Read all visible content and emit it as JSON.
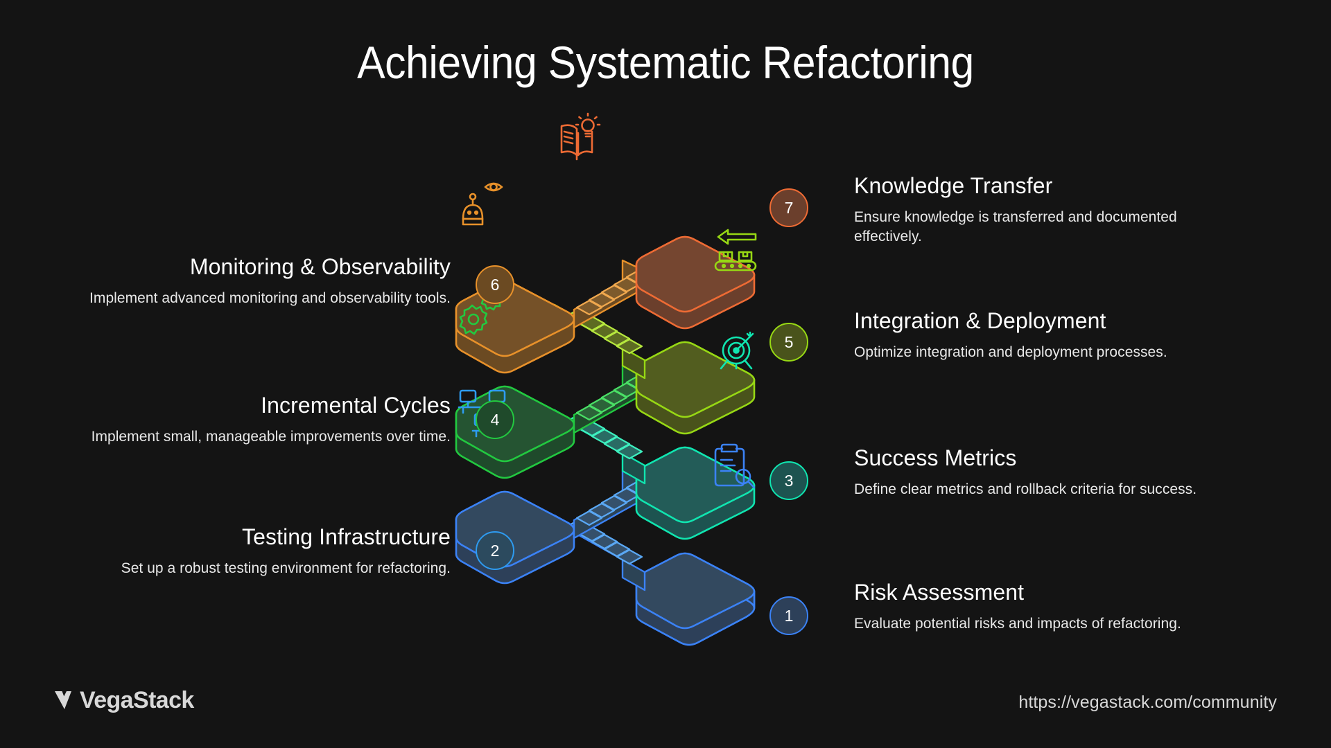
{
  "page": {
    "title": "Achieving Systematic Refactoring",
    "background_color": "#141414"
  },
  "footer": {
    "brand": "VegaStack",
    "brand_mark": "vegastack-v-lightning-logo",
    "url": "https://vegastack.com/community"
  },
  "steps": [
    {
      "number": "1",
      "title": "Risk Assessment",
      "description": "Evaluate potential risks and impacts of refactoring.",
      "side": "right",
      "color": "#3b82f6",
      "fill": "#2d4059",
      "icon": "clipboard-search-icon"
    },
    {
      "number": "2",
      "title": "Testing Infrastructure",
      "description": "Set up a robust testing environment for refactoring.",
      "side": "left",
      "color": "#2e9bf0",
      "fill": "#2c4a5e",
      "icon": "workstations-icon"
    },
    {
      "number": "3",
      "title": "Success Metrics",
      "description": "Define clear metrics and rollback criteria for success.",
      "side": "right",
      "color": "#10e5b0",
      "fill": "#1d5350",
      "icon": "target-arrow-icon"
    },
    {
      "number": "4",
      "title": "Incremental Cycles",
      "description": "Implement small, manageable improvements over time.",
      "side": "left",
      "color": "#22c940",
      "fill": "#1f4a2b",
      "icon": "gears-icon"
    },
    {
      "number": "5",
      "title": "Integration & Deployment",
      "description": "Optimize integration and deployment processes.",
      "side": "right",
      "color": "#97d814",
      "fill": "#49531b",
      "icon": "conveyor-arrow-icon"
    },
    {
      "number": "6",
      "title": "Monitoring & Observability",
      "description": "Implement advanced monitoring and observability tools.",
      "side": "left",
      "color": "#e8912a",
      "fill": "#6b4a22",
      "icon": "robot-eye-icon"
    },
    {
      "number": "7",
      "title": "Knowledge Transfer",
      "description": "Ensure knowledge is transferred and documented effectively.",
      "side": "right",
      "color": "#ee6b34",
      "fill": "#6b3f2c",
      "icon": "book-lightbulb-icon"
    }
  ],
  "chart_data": {
    "type": "diagram",
    "diagram_style": "isometric-ascending-staircase",
    "title": "Achieving Systematic Refactoring",
    "step_count": 7,
    "direction": "bottom-to-top ascending",
    "labels": [
      "Risk Assessment",
      "Testing Infrastructure",
      "Success Metrics",
      "Incremental Cycles",
      "Integration & Deployment",
      "Monitoring & Observability",
      "Knowledge Transfer"
    ],
    "values": [
      1,
      2,
      3,
      4,
      5,
      6,
      7
    ],
    "colors": [
      "#3b82f6",
      "#2e9bf0",
      "#10e5b0",
      "#22c940",
      "#97d814",
      "#e8912a",
      "#ee6b34"
    ]
  }
}
